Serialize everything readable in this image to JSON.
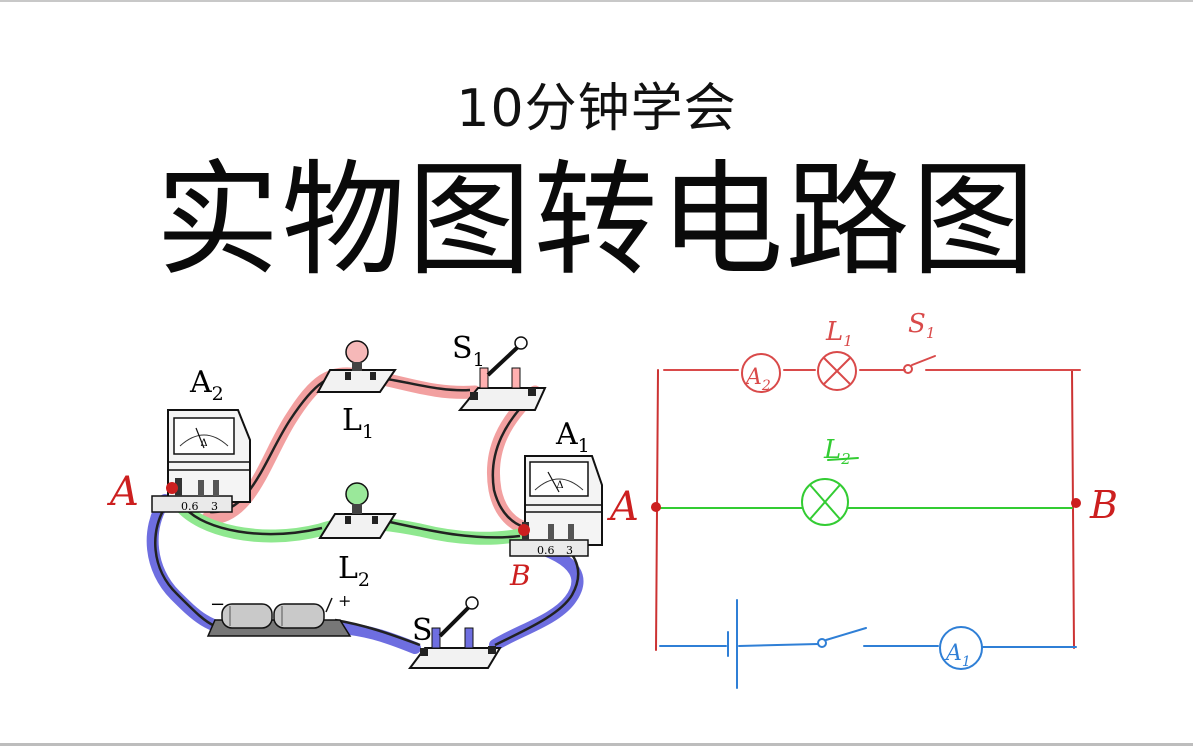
{
  "header": {
    "subtitle": "10分钟学会",
    "title": "实物图转电路图"
  },
  "physical": {
    "ammeter_a2": "A",
    "ammeter_a2_sub": "2",
    "ammeter_a1": "A",
    "ammeter_a1_sub": "1",
    "lamp_l1": "L",
    "lamp_l1_sub": "1",
    "lamp_l2": "L",
    "lamp_l2_sub": "2",
    "switch_s1": "S",
    "switch_s1_sub": "1",
    "switch_s": "S",
    "terminal_06": "0.6",
    "terminal_3": "3",
    "battery_minus": "−",
    "battery_plus": "+",
    "node_a": "A",
    "node_b": "B",
    "meter_delta": "Δ"
  },
  "schematic": {
    "node_a": "A",
    "node_b": "B",
    "a2": "A",
    "a2_sub": "2",
    "a1": "A",
    "a1_sub": "1",
    "l1": "L",
    "l1_sub": "1",
    "l2": "L",
    "l2_sub": "2",
    "s1": "S",
    "s1_sub": "1"
  },
  "colors": {
    "red_branch": "#d94a4a",
    "green_branch": "#33cc33",
    "blue_branch": "#2f7fd6",
    "red_highlight": "#f2a0a0",
    "green_highlight": "#8fe88f",
    "blue_highlight": "#6e6ee0",
    "node_dot": "#cc1f1f"
  }
}
